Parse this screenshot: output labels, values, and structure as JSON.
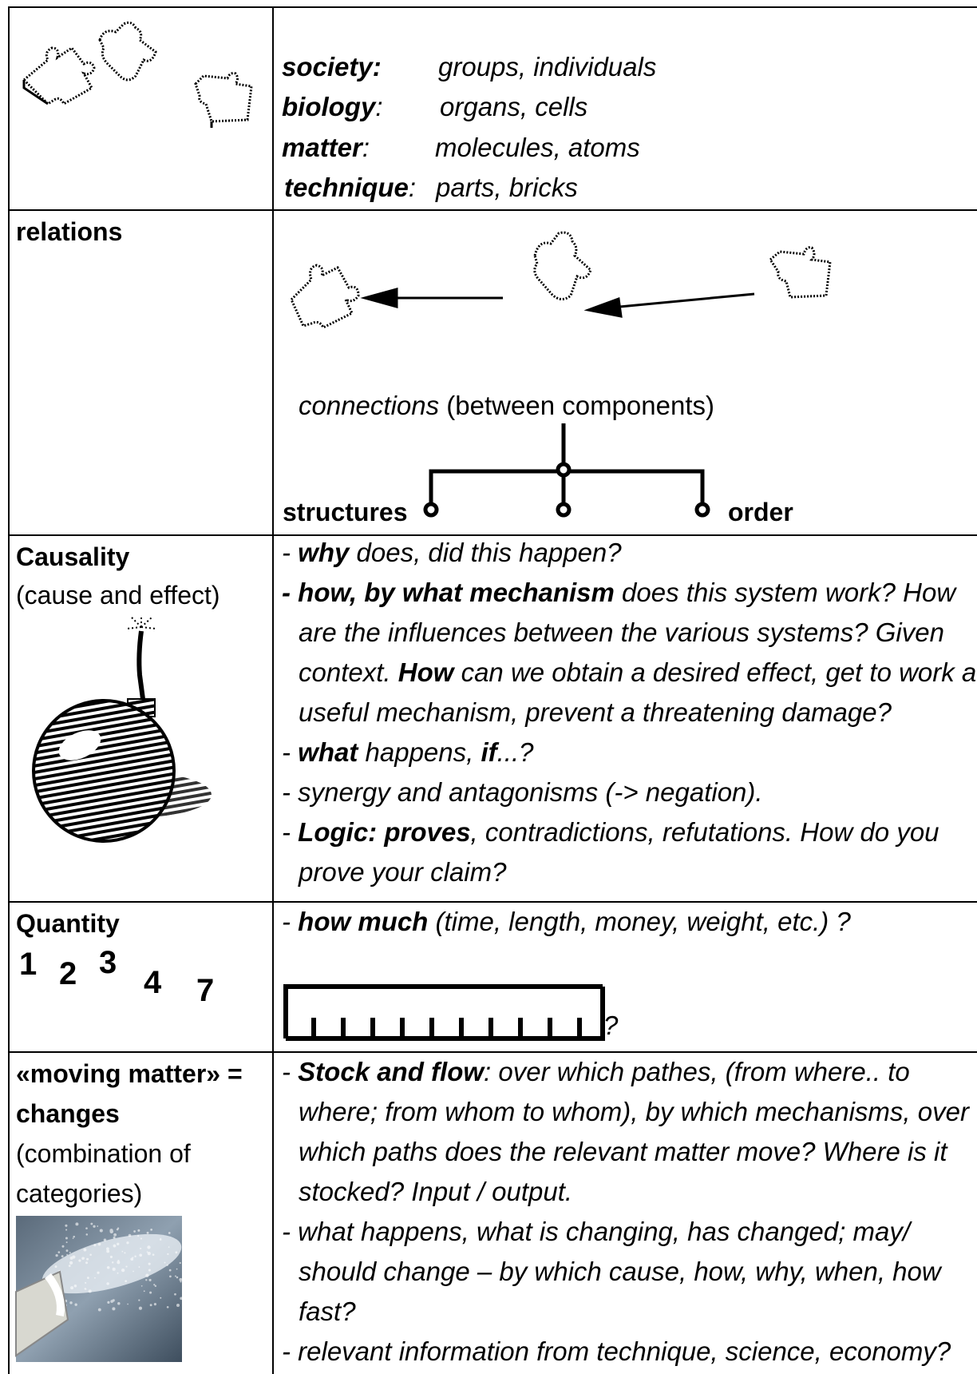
{
  "row1": {
    "lines": [
      {
        "term": "society:",
        "desc": "groups, individuals"
      },
      {
        "term": "biology",
        "colon": ":",
        "desc": "organs, cells"
      },
      {
        "term": "matter",
        "colon": ":",
        "desc": "molecules, atoms"
      },
      {
        "term": "technique",
        "colon": ":",
        "desc": "parts, bricks"
      }
    ]
  },
  "row2": {
    "label": "relations",
    "connections_word": "connections",
    "connections_rest": " (between components)",
    "structures": "structures",
    "order": "order"
  },
  "row3": {
    "label": "Causality",
    "sublabel": "(cause and effect)",
    "l1_dash": "- ",
    "l1_b": "why",
    "l1_rest": " does, did this happen?",
    "l2_b": "- how, by what mechanism",
    "l2_rest": " does this system work? How",
    "l3": "are the influences between the various systems? Given",
    "l4_a": "context. ",
    "l4_b": "How",
    "l4_rest": " can we obtain a desired effect, get to work a",
    "l5": "useful mechanism, prevent a threatening damage?",
    "l6_dash": "- ",
    "l6_b1": "what",
    "l6_mid": " happens, ",
    "l6_b2": "if",
    "l6_rest": "...?",
    "l7": "- synergy and antagonisms (-> negation).",
    "l8_dash": "- ",
    "l8_b": "Logic: proves",
    "l8_rest": ", contradictions, refutations. How do you",
    "l9": "prove your claim?"
  },
  "row4": {
    "label": "Quantity",
    "numbers": [
      "1",
      "2",
      "3",
      "4",
      "7"
    ],
    "l1_dash": "- ",
    "l1_b": "how much",
    "l1_rest": " (time, length, money, weight, etc.) ?",
    "ruler_q": "?"
  },
  "row5": {
    "label1": "«moving matter» =",
    "label2": "changes",
    "label3": "(combination of",
    "label4": "categories)",
    "l1_dash": "- ",
    "l1_b": "Stock and flow",
    "l1_rest": ": over which pathes, (from where.. to",
    "l2": "where; from whom to whom), by which mechanisms, over",
    "l3": "which paths  does the relevant matter move? Where is it",
    "l4": "stocked? Input / output.",
    "l5": "- what happens, what is changing, has changed; may/",
    "l6": "should change – by which cause, how, why, when, how",
    "l7": "fast?",
    "l8": "- relevant information from technique, science, economy?"
  }
}
